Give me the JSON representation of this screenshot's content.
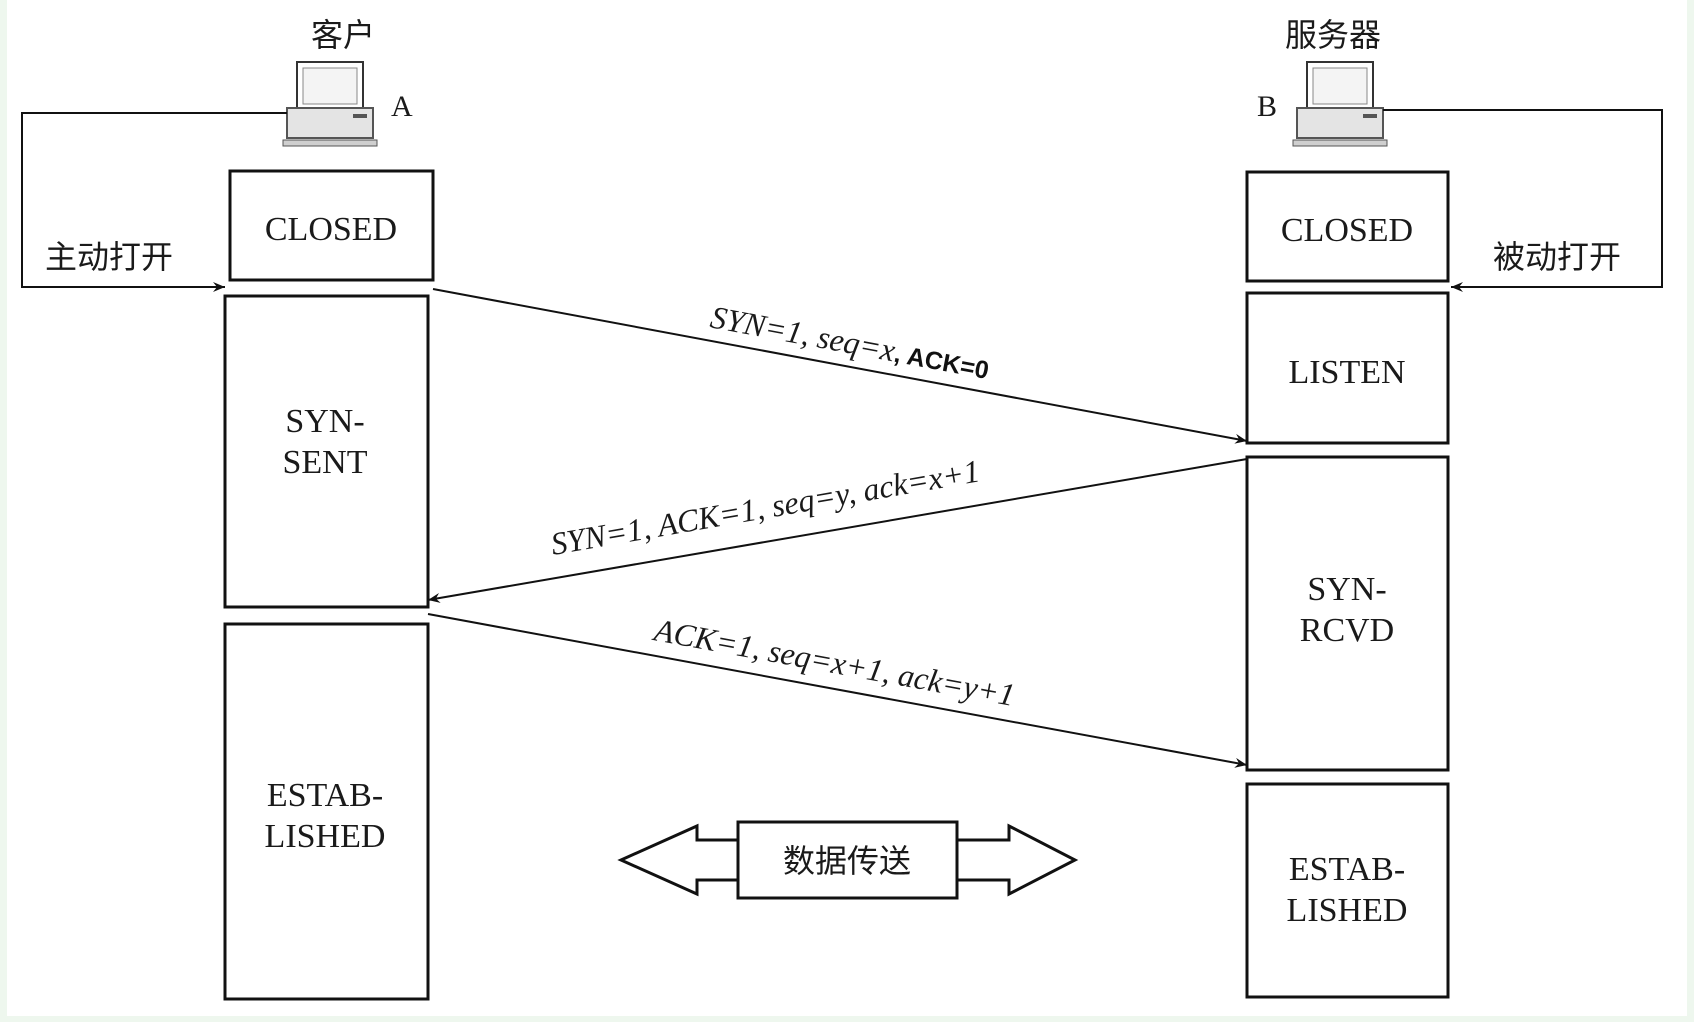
{
  "client": {
    "title": "客户",
    "letter": "A",
    "action": "主动打开"
  },
  "server": {
    "title": "服务器",
    "letter": "B",
    "action": "被动打开"
  },
  "client_states": {
    "closed": [
      "CLOSED"
    ],
    "syn_sent": [
      "SYN-",
      "SENT"
    ],
    "established": [
      "ESTAB-",
      "LISHED"
    ]
  },
  "server_states": {
    "closed": [
      "CLOSED"
    ],
    "listen": [
      "LISTEN"
    ],
    "syn_rcvd": [
      "SYN-",
      "RCVD"
    ],
    "established": [
      "ESTAB-",
      "LISHED"
    ]
  },
  "messages": {
    "syn": {
      "text": "SYN=1, seq=x",
      "suffix": ", ACK=0"
    },
    "syn_ack": {
      "text": "SYN=1, ACK=1, seq=y, ack=x+1"
    },
    "ack": {
      "text": "ACK=1, seq=x+1, ack=y+1"
    }
  },
  "data_transfer": "数据传送"
}
